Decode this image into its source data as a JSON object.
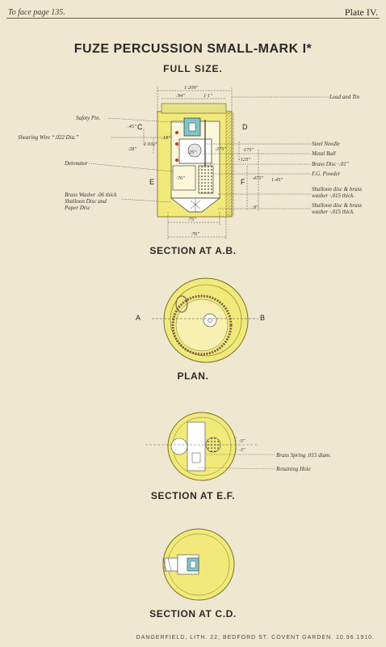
{
  "header": {
    "ref": "To face page 135.",
    "plate": "Plate IV."
  },
  "titles": {
    "main": "FUZE PERCUSSION SMALL-MARK I*",
    "sub": "FULL SIZE."
  },
  "section_ab": {
    "caption": "SECTION AT A.B.",
    "letters": [
      "C",
      "D",
      "E",
      "F"
    ],
    "left_labels": [
      "Safety Pin.",
      "Shearing Wire “.022 Dia.”",
      "Detonator",
      "Brass Washer .06 thick",
      "Shalloon Disc and",
      "Paper Disc"
    ],
    "right_labels": [
      "Lead and Tin",
      "Steel Needle",
      "Metal Ball",
      "Brass Disc ·.01″",
      "F.G. Powder",
      "Shalloon disc & brass",
      "washer ·.015 thick.",
      "Shalloon disc & brass",
      "washer ·.015 thick."
    ],
    "dims": [
      "1·209″",
      ".94″",
      "1·1″",
      ".45″",
      "·28″",
      "1·032″",
      ".18″",
      "·25″",
      "·375″",
      "·175″",
      "·125″",
      "·76″",
      "1·45″",
      "·475″",
      ".9″",
      "·75″",
      "·76″"
    ]
  },
  "plan": {
    "caption": "PLAN.",
    "letters": [
      "A",
      "B"
    ]
  },
  "section_ef": {
    "caption": "SECTION AT E.F.",
    "labels": [
      "Brass Spring .015 diam.",
      "Retaining Hole"
    ],
    "dims": [
      "·5″",
      "·3″"
    ]
  },
  "section_cd": {
    "caption": "SECTION AT C.D."
  },
  "footer": {
    "imprint": "DANGERFIELD, LITH. 22, BEDFORD ST. COVENT GARDEN.   10.96.1910."
  },
  "colors": {
    "paper": "#efe7cf",
    "yellow": "#f1ea7a",
    "yellow_dark": "#e2d65a",
    "blue": "#7fc6c8",
    "red": "#c0392b",
    "ink": "#2a2a2a"
  }
}
